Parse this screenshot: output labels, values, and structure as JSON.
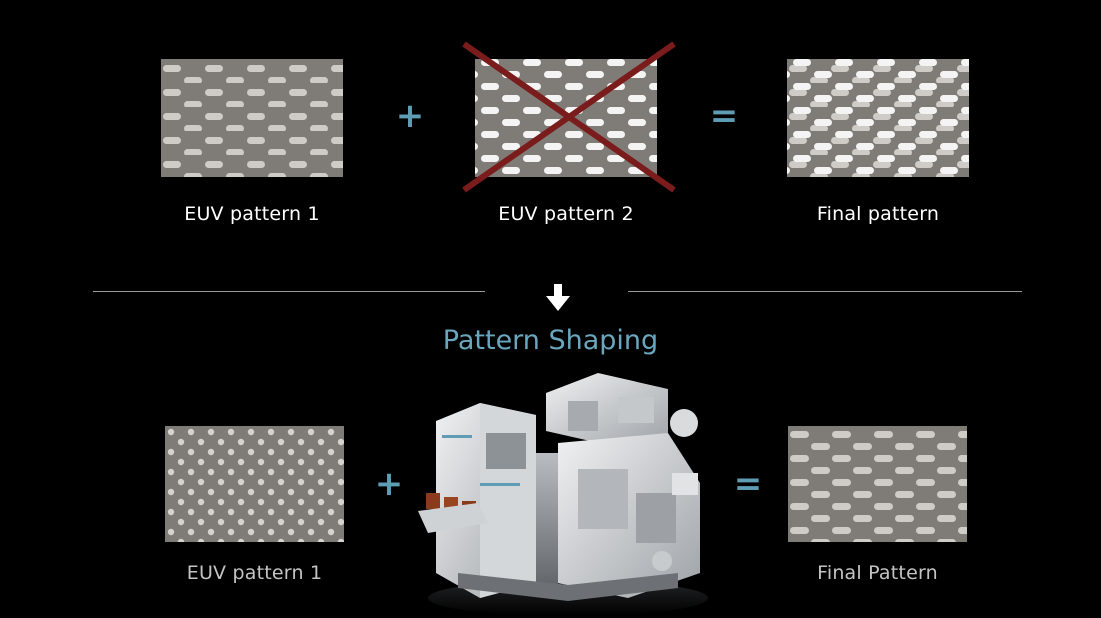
{
  "top_row": {
    "panel1_label": "EUV pattern 1",
    "panel2_label": "EUV pattern 2",
    "result_label": "Final pattern",
    "plus": "+",
    "equals": "="
  },
  "transition": {
    "arrow_icon": "down-arrow-icon",
    "heading": "Pattern Shaping"
  },
  "bottom_row": {
    "panel1_label": "EUV pattern 1",
    "result_label": "Final Pattern",
    "plus": "+",
    "equals": "=",
    "tool_icon": "semiconductor-process-tool"
  },
  "colors": {
    "background": "#000000",
    "accent": "#6aa6bd",
    "cross": "#7a1c1c",
    "panel": "#7f7b77"
  }
}
